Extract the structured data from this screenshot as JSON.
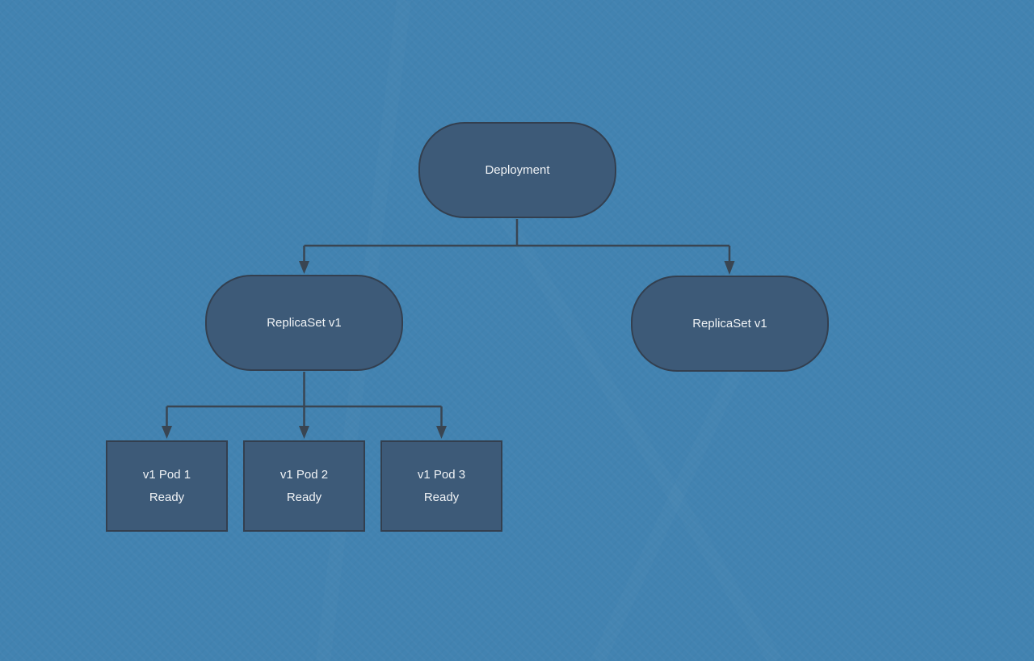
{
  "colors": {
    "background": "#4283b1",
    "node-fill": "#3d5a78",
    "node-border": "#333f4f",
    "connector": "#394552",
    "text": "#f0f3f6"
  },
  "diagram": {
    "type": "kubernetes-deployment-tree",
    "deployment": {
      "label": "Deployment"
    },
    "replicasets": [
      {
        "label": "ReplicaSet v1"
      },
      {
        "label": "ReplicaSet v1"
      }
    ],
    "pods": [
      {
        "name": "v1 Pod 1",
        "status": "Ready"
      },
      {
        "name": "v1 Pod 2",
        "status": "Ready"
      },
      {
        "name": "v1 Pod 3",
        "status": "Ready"
      }
    ]
  }
}
